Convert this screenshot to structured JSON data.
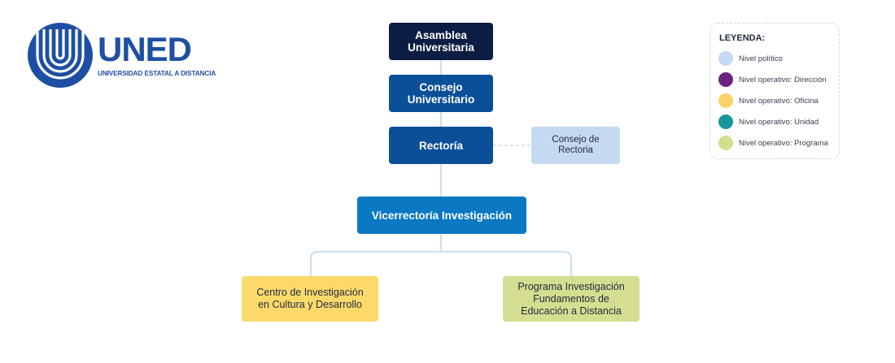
{
  "logo": {
    "name": "UNED",
    "subtitle": "UNIVERSIDAD ESTATAL A DISTANCIA"
  },
  "org": {
    "asamblea": "Asamblea\nUniversitaria",
    "consejo": "Consejo\nUniversitario",
    "rectoria": "Rectoría",
    "consejo_rectoria": "Consejo de\nRectoria",
    "vicerrectoria": "Vicerrectoría Investigación",
    "centro": "Centro de Investigación\nen Cultura y Desarrollo",
    "programa": "Programa Investigación\nFundamentos de\nEducación a Distancia"
  },
  "legend": {
    "title": "LEYENDA:",
    "items": [
      {
        "label": "Nivel político",
        "color": "#c5daf0"
      },
      {
        "label": "Nivel operativo: Dirección",
        "color": "#6a2180"
      },
      {
        "label": "Nivel operativo: Oficina",
        "color": "#fdd06a"
      },
      {
        "label": "Nivel operativo: Unidad",
        "color": "#16979e"
      },
      {
        "label": "Nivel operativo: Programa",
        "color": "#d5de90"
      }
    ]
  },
  "colors": {
    "brand": "#1e4fa3",
    "connector": "#c9def1"
  }
}
